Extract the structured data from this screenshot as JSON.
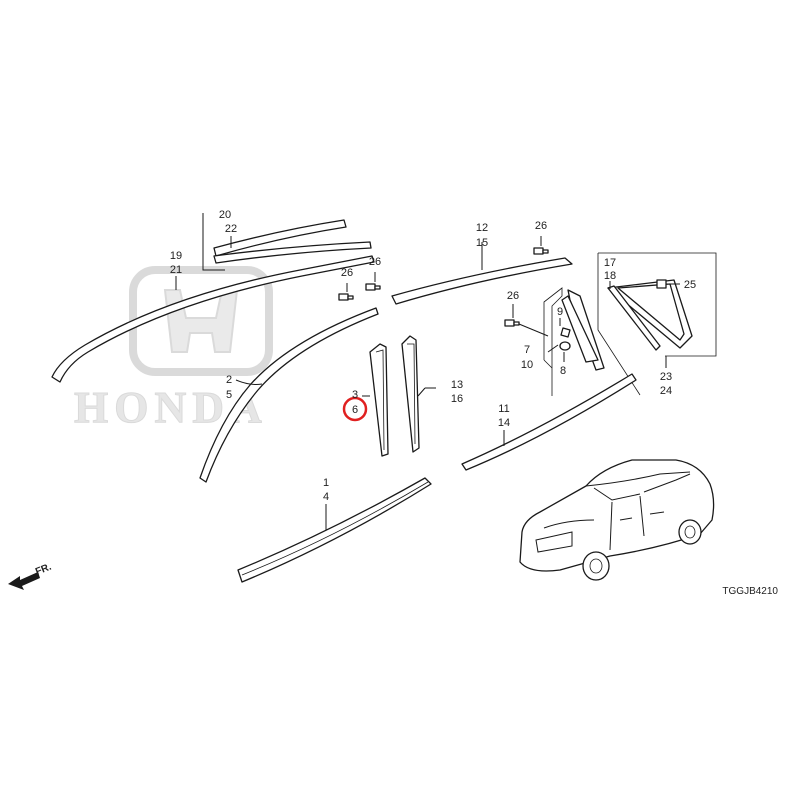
{
  "watermark": {
    "brand": "HONDA"
  },
  "callouts": {
    "c20_22": [
      "20",
      "22"
    ],
    "c19_21": [
      "19",
      "21"
    ],
    "c26a": [
      "26"
    ],
    "c26b": [
      "26"
    ],
    "c2_5": [
      "2",
      "5"
    ],
    "c12_15": [
      "12",
      "15"
    ],
    "c26c": [
      "26"
    ],
    "c26d": [
      "26"
    ],
    "c9": [
      "9"
    ],
    "c7_10": [
      "7",
      "10"
    ],
    "c8": [
      "8"
    ],
    "c17_18": [
      "17",
      "18"
    ],
    "c25": [
      "25"
    ],
    "c23_24": [
      "23",
      "24"
    ],
    "c3_6": [
      "3",
      "6"
    ],
    "c13_16": [
      "13",
      "16"
    ],
    "c11_14": [
      "11",
      "14"
    ],
    "c1_4": [
      "1",
      "4"
    ]
  },
  "highlight": {
    "color": "#e02020",
    "label": "6"
  },
  "direction": {
    "label": "FR."
  },
  "diagram_code": "TGGJB4210"
}
